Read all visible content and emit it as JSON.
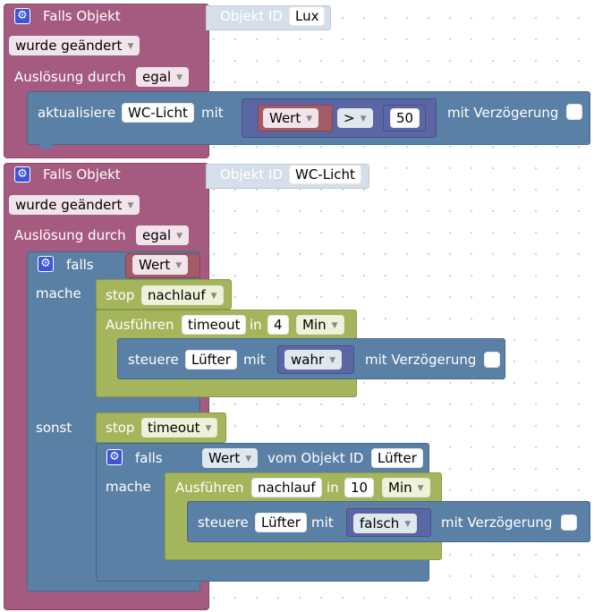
{
  "keywords": {
    "falls_objekt": "Falls Objekt",
    "objekt_id": "Objekt ID",
    "ausloesung_durch": "Auslösung durch",
    "aktualisiere": "aktualisiere",
    "mit": "mit",
    "mit_verzoegerung": "mit Verzögerung",
    "falls": "falls",
    "mache": "mache",
    "sonst": "sonst",
    "stop": "stop",
    "ausfuehren": "Ausführen",
    "in": "in",
    "steuere": "steuere",
    "vom_objekt_id": "vom Objekt ID"
  },
  "trigger1": {
    "object_id": "Lux",
    "condition": "wurde geändert",
    "trigger_by": "egal",
    "action": {
      "target": "WC-Licht",
      "compare_left": "Wert",
      "operator": ">",
      "compare_right": "50"
    }
  },
  "trigger2": {
    "object_id": "WC-Licht",
    "condition": "wurde geändert",
    "trigger_by": "egal",
    "if_value": "Wert",
    "then": {
      "stop_timer": "nachlauf",
      "run_timer": "timeout",
      "run_delay": "4",
      "run_unit": "Min",
      "control_target": "Lüfter",
      "control_value": "wahr"
    },
    "else": {
      "stop_timer": "timeout",
      "if_value": "Wert",
      "if_object": "Lüfter",
      "run_timer": "nachlauf",
      "run_delay": "10",
      "run_unit": "Min",
      "control_target": "Lüfter",
      "control_value": "falsch"
    }
  },
  "icons": {
    "settings": "gear-icon",
    "dropdown": "dropdown-arrow-icon"
  },
  "colors": {
    "event": "#a55b80",
    "action": "#5b80a5",
    "timer": "#a5b55b",
    "compare": "#5b67a5",
    "value": "#a55b65",
    "object_id": "#d6dfe9"
  }
}
